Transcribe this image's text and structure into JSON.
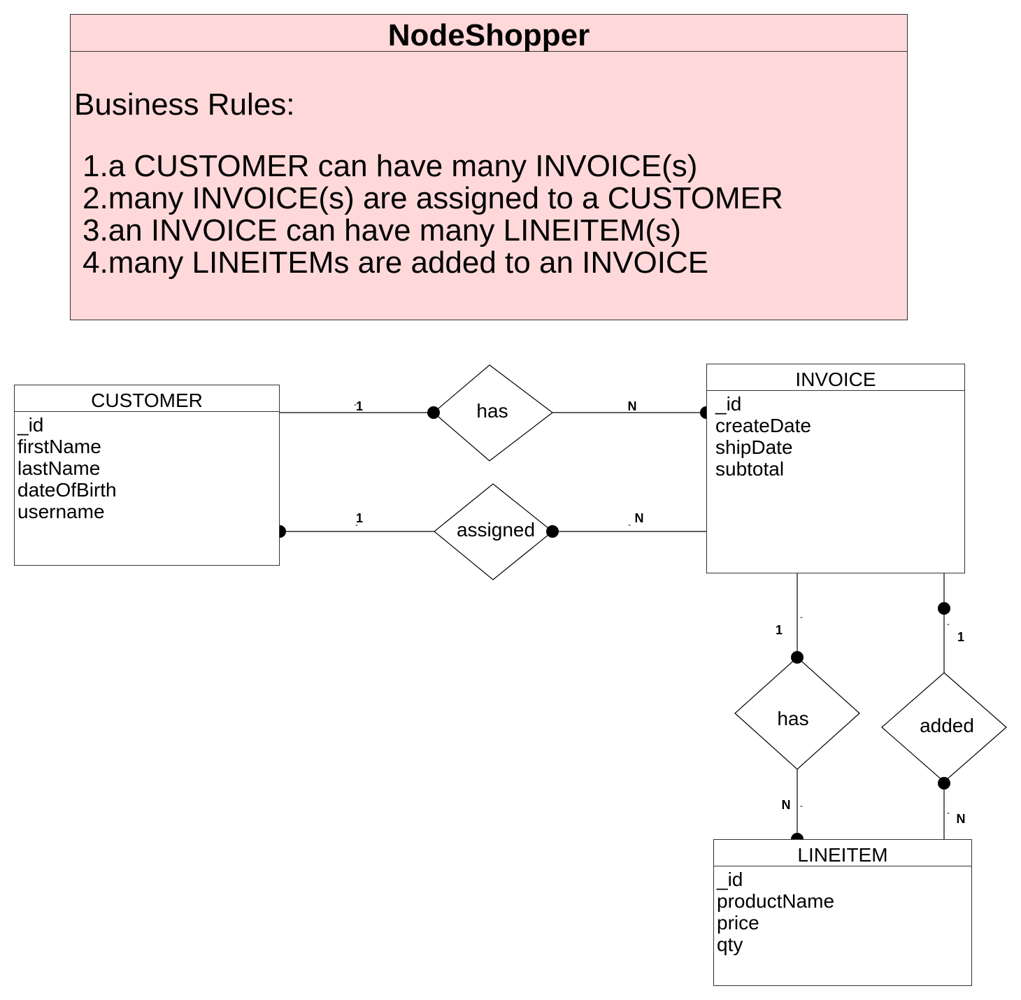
{
  "rules": {
    "title": "NodeShopper",
    "heading": "Business Rules:",
    "items": [
      "1.a CUSTOMER can have many INVOICE(s)",
      "2.many INVOICE(s) are assigned to a CUSTOMER",
      "3.an INVOICE can have many LINEITEM(s)",
      "4.many LINEITEMs are added to an INVOICE"
    ]
  },
  "entities": {
    "customer": {
      "title": "CUSTOMER",
      "attributes": [
        "_id",
        "firstName",
        "lastName",
        "dateOfBirth",
        "username"
      ]
    },
    "invoice": {
      "title": "INVOICE",
      "attributes": [
        "_id",
        "createDate",
        "shipDate",
        "subtotal"
      ]
    },
    "lineitem": {
      "title": "LINEITEM",
      "attributes": [
        "_id",
        "productName",
        "price",
        "qty"
      ]
    }
  },
  "relationships": {
    "customer_has_invoice": {
      "label": "has",
      "card_from": "1",
      "card_to": "N"
    },
    "customer_assigned_invoice": {
      "label": "assigned",
      "card_from": "1",
      "card_to": "N"
    },
    "invoice_has_lineitem": {
      "label": "has",
      "card_from": "1",
      "card_to": "N"
    },
    "invoice_added_lineitem": {
      "label": "added",
      "card_from": "1",
      "card_to": "N"
    }
  },
  "colors": {
    "rules_background": "#ffd9d9",
    "line": "#000000",
    "border": "#333333"
  }
}
